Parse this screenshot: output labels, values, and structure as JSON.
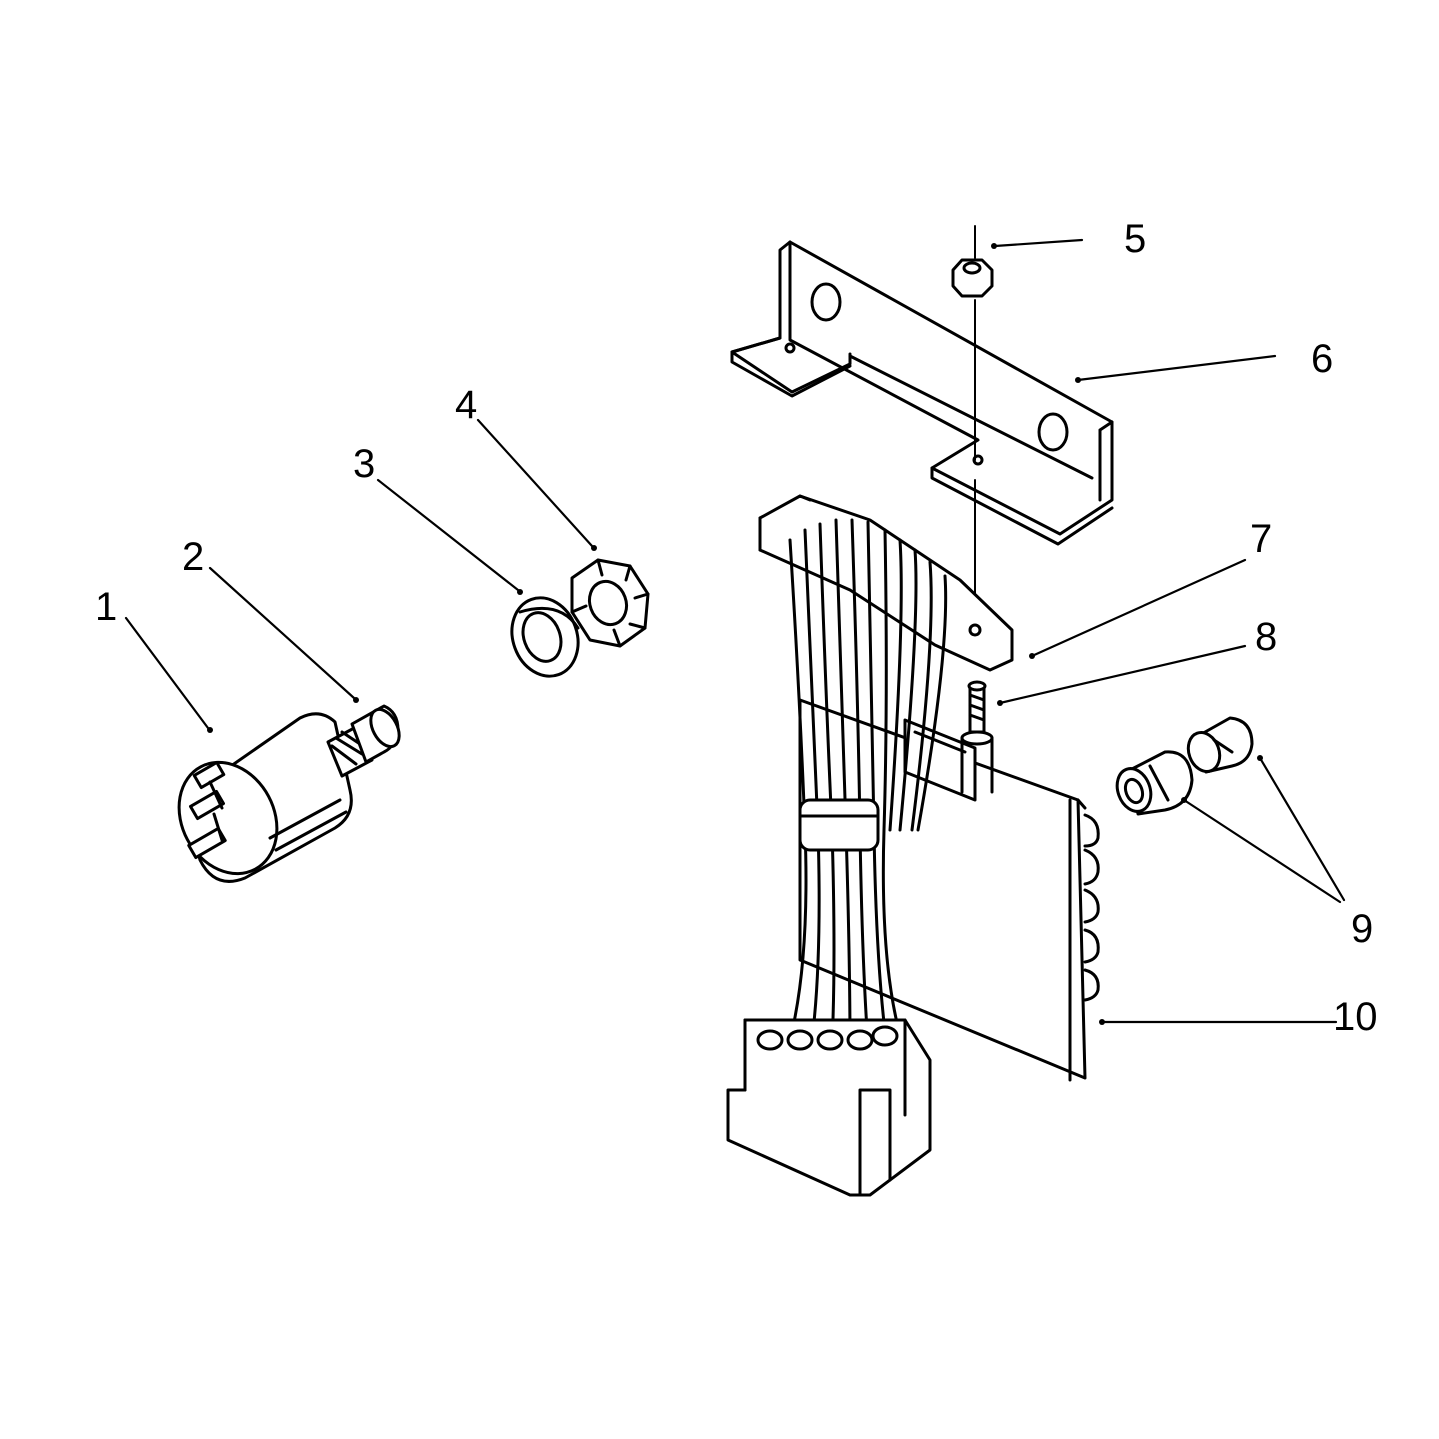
{
  "diagram": {
    "callouts": [
      {
        "id": "c1",
        "label": "1"
      },
      {
        "id": "c2",
        "label": "2"
      },
      {
        "id": "c3",
        "label": "3"
      },
      {
        "id": "c4",
        "label": "4"
      },
      {
        "id": "c5",
        "label": "5"
      },
      {
        "id": "c6",
        "label": "6"
      },
      {
        "id": "c7",
        "label": "7"
      },
      {
        "id": "c8",
        "label": "8"
      },
      {
        "id": "c9",
        "label": "9"
      },
      {
        "id": "c10",
        "label": "10"
      }
    ],
    "colors": {
      "ink": "#000000",
      "paper": "#ffffff"
    }
  }
}
